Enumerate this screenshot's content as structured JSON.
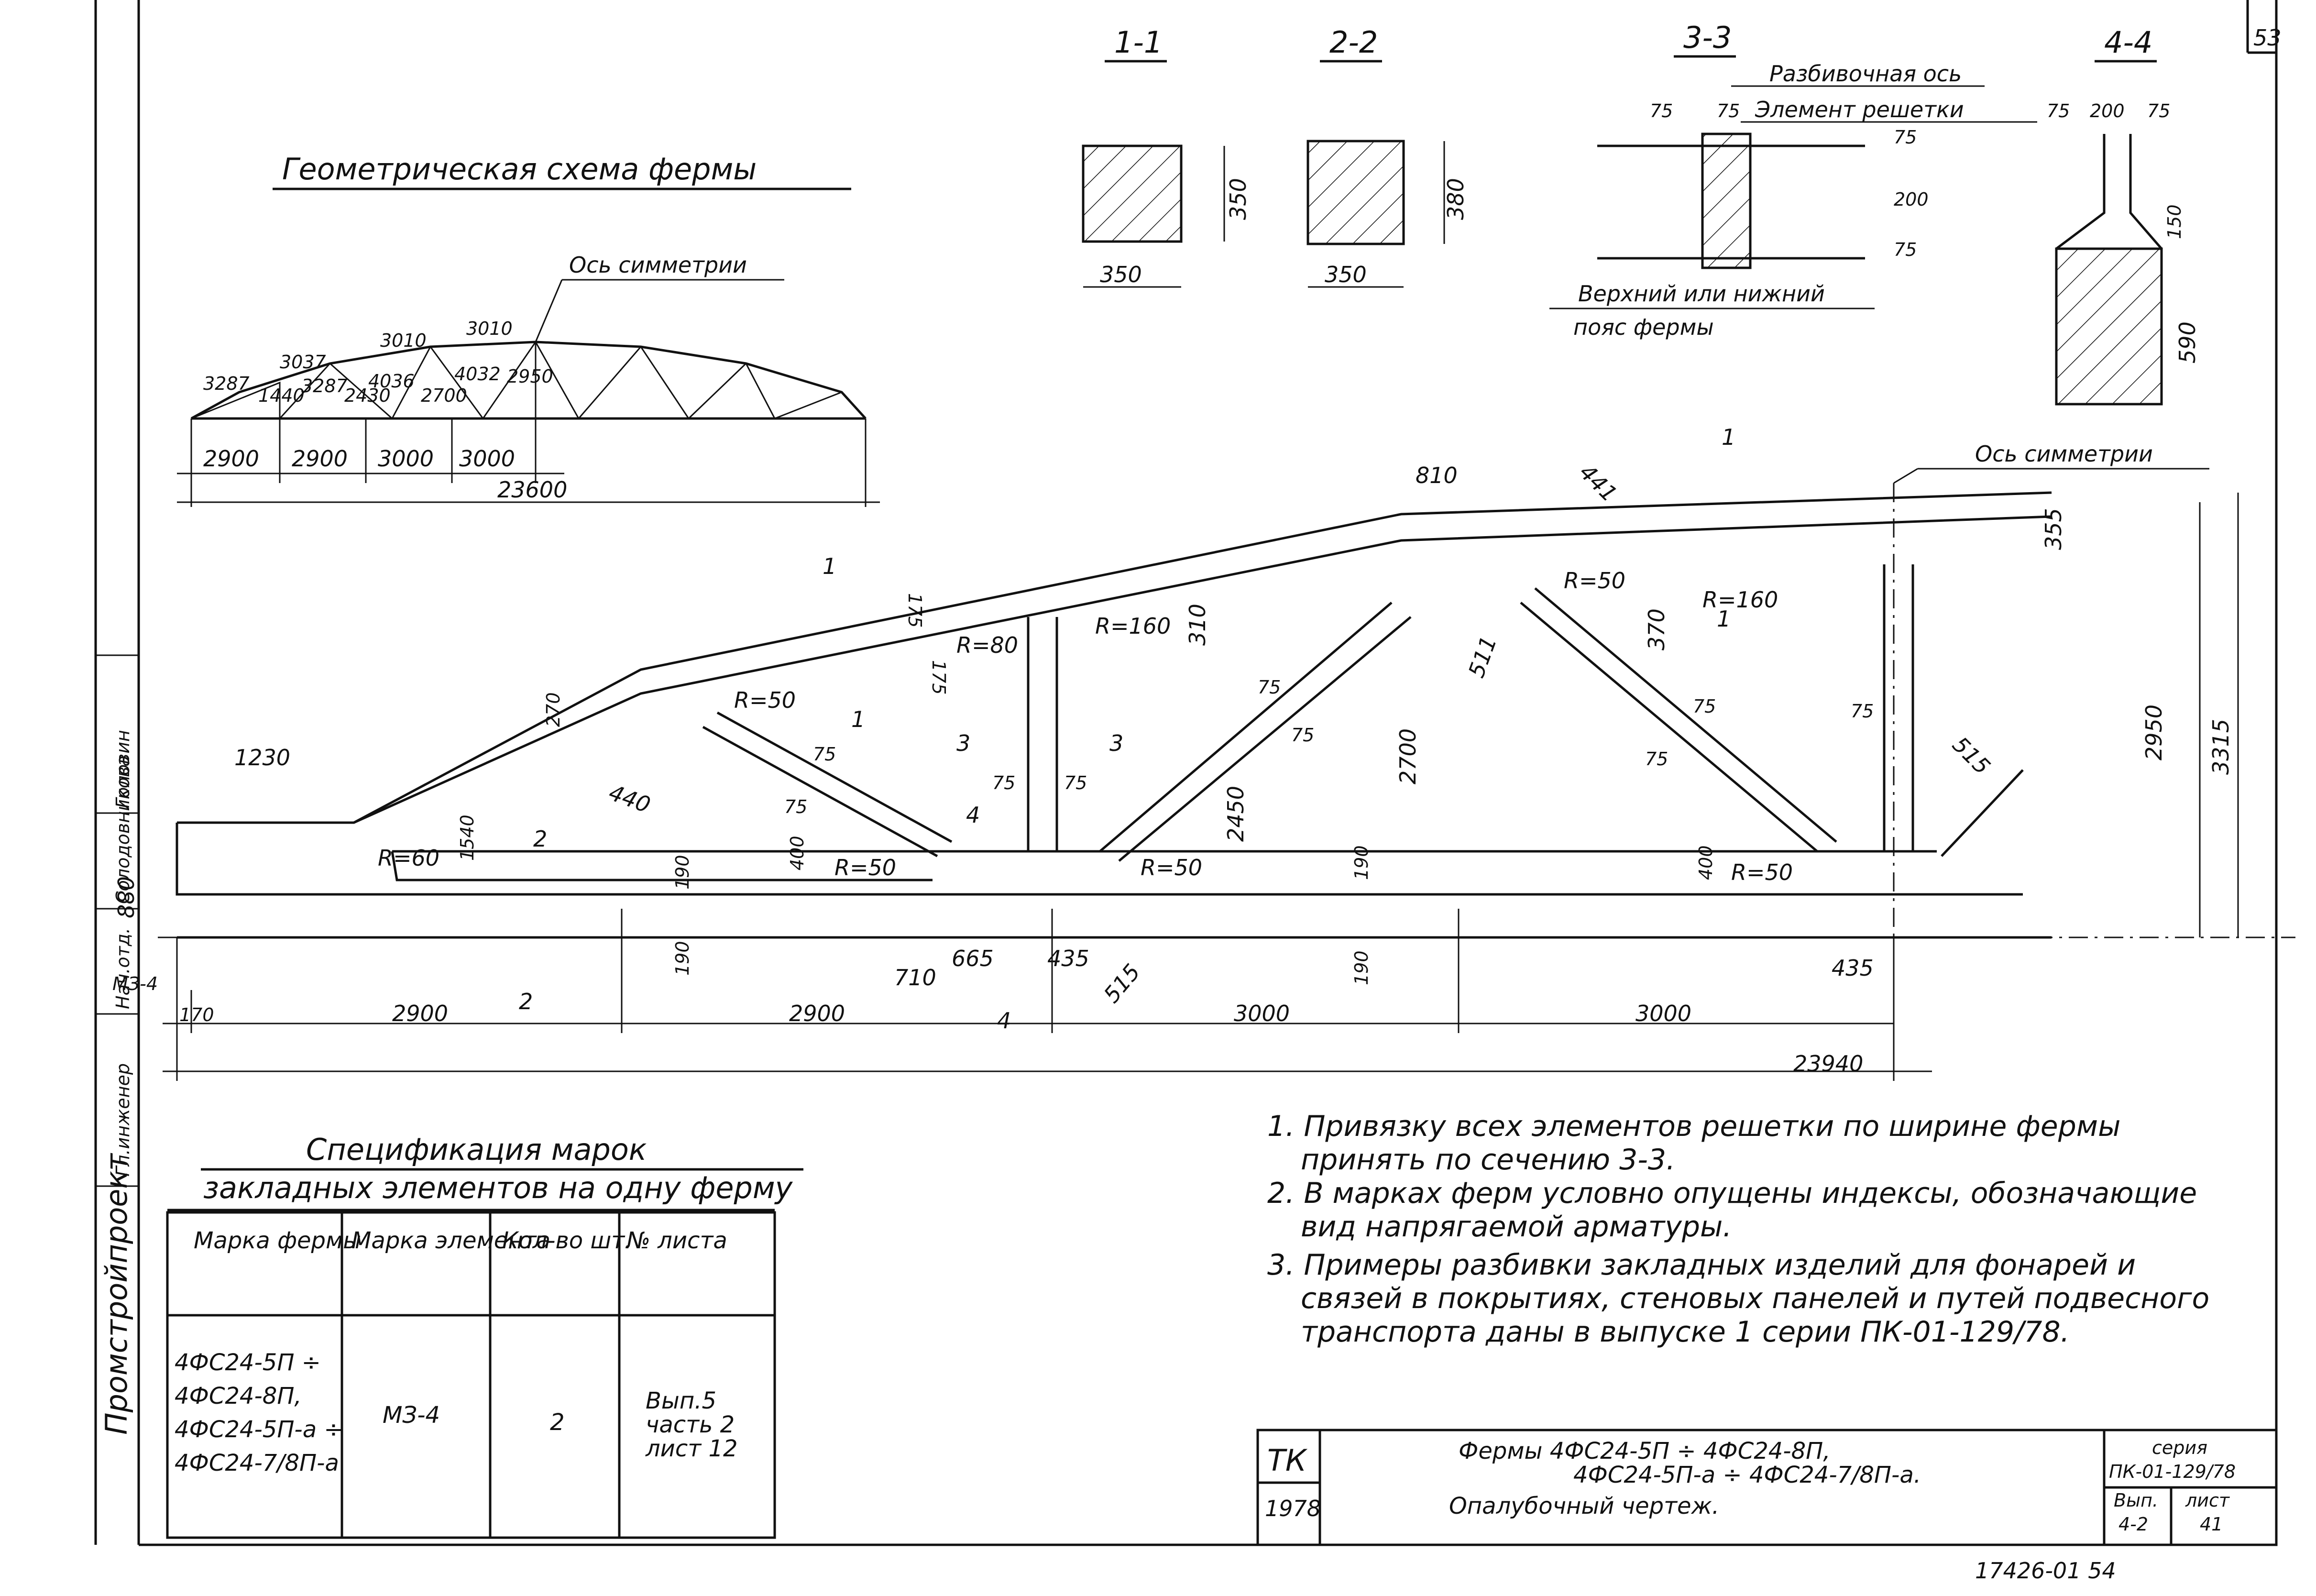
{
  "sheet_number_corner": "53",
  "geometry_scheme": {
    "title": "Геометрическая схема фермы",
    "symmetry_axis": "Ось симметрии",
    "chords": [
      "3287",
      "3037",
      "3010",
      "3010"
    ],
    "diagonals": [
      "3287",
      "4036",
      "4032"
    ],
    "verticals": [
      "1440",
      "2430",
      "2700",
      "2950"
    ],
    "panels": [
      "2900",
      "2900",
      "3000",
      "3000"
    ],
    "span": "23600"
  },
  "sections": {
    "s11": {
      "label": "1-1",
      "width": "350",
      "height": "350"
    },
    "s22": {
      "label": "2-2",
      "width": "350",
      "height": "380"
    },
    "s33": {
      "label": "3-3",
      "layout_axis": "Разбивочная ось",
      "lattice_element": "Элемент решетки",
      "dims": [
        "75",
        "75",
        "75",
        "200",
        "75"
      ],
      "chord_note_1": "Верхний или нижний",
      "chord_note_2": "пояс фермы"
    },
    "s44": {
      "label": "4-4",
      "dims": [
        "75",
        "200",
        "75",
        "150",
        "590"
      ]
    }
  },
  "main_drawing": {
    "symmetry_axis": "Ось симметрии",
    "dims": {
      "d810": "810",
      "d441": "441",
      "d355": "355",
      "d175a": "175",
      "d175b": "175",
      "r160a": "R=160",
      "r160b": "R=160",
      "r80": "R=80",
      "r50a": "R=50",
      "r50b": "R=50",
      "r50c": "R=50",
      "r50d": "R=50",
      "r50e": "R=50",
      "r60": "R=60",
      "d310": "310",
      "d370": "370",
      "d511": "511",
      "d2700": "2700",
      "d2450": "2450",
      "d2950": "2950",
      "d3315": "3315",
      "d1230": "1230",
      "d880": "880",
      "d270": "270",
      "d440": "440",
      "d1540": "1540",
      "d190a": "190",
      "d190b": "190",
      "d190c": "190",
      "d190d": "190",
      "d400a": "400",
      "d400b": "400",
      "d75a": "75",
      "d75b": "75",
      "d75c": "75",
      "d75d": "75",
      "d75e": "75",
      "d75f": "75",
      "d75g": "75",
      "d75h": "75",
      "d75i": "75",
      "d515a": "515",
      "d515b": "515",
      "d710": "710",
      "d665": "665",
      "d435a": "435",
      "d435b": "435",
      "p1": "2900",
      "p2": "2900",
      "p3": "3000",
      "p4": "3000",
      "d170": "170",
      "total": "23940",
      "mark": "МЗ-4"
    },
    "cuts": {
      "c1a": "1",
      "c1b": "1",
      "c1c": "1",
      "c1d": "1",
      "c2a": "2",
      "c2b": "2",
      "c3a": "3",
      "c3b": "3",
      "c4a": "4",
      "c4b": "4"
    }
  },
  "specification": {
    "title_line1": "Спецификация марок",
    "title_line2": "закладных элементов на одну ферму",
    "headers": [
      "Марка фермы",
      "Марка элемента",
      "Кол-во шт.",
      "№ листа"
    ],
    "row": {
      "truss_marks": [
        "4ФС24-5П ÷",
        "4ФС24-8П,",
        "4ФС24-5П-а ÷",
        "4ФС24-7/8П-а"
      ],
      "element_mark": "МЗ-4",
      "quantity": "2",
      "sheet_ref": [
        "Вып.5",
        "часть 2",
        "лист 12"
      ]
    }
  },
  "notes": [
    "1. Привязку всех элементов решетки по ширине фермы",
    "принять по сечению 3-3.",
    "2. В марках ферм условно опущены индексы, обозначающие",
    "вид напрягаемой арматуры.",
    "3. Примеры разбивки закладных изделий для фонарей и",
    "связей в покрытиях, стеновых панелей и путей подвесного",
    "транспорта даны в выпуске 1 серии ПК-01-129/78."
  ],
  "title_block": {
    "org": "ТК",
    "year": "1978",
    "title_line1": "Фермы 4ФС24-5П ÷ 4ФС24-8П,",
    "title_line2": "4ФС24-5П-а ÷ 4ФС24-7/8П-а.",
    "title_line3": "Опалубочный чертеж.",
    "series_label": "серия",
    "series_value": "ПК-01-129/78",
    "issue_label": "Вып.",
    "issue_value": "4-2",
    "sheet_label": "лист",
    "sheet_value": "41"
  },
  "left_margin": {
    "org": "Промстройпроект",
    "roles": [
      "Гл.инженер",
      "Нач.отд.",
      "Солодовникова",
      "Головин"
    ]
  },
  "bottom_code": "17426-01 54"
}
